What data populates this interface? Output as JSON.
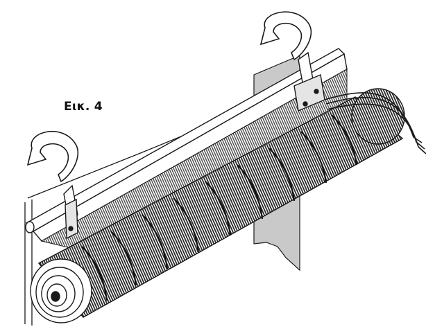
{
  "figure": {
    "label": "Εικ. 4",
    "colors": {
      "line": "#1a1a1a",
      "fabric_dark": "#2b2b2b",
      "fabric_light": "#6a6a6a",
      "shade_grey": "#c9c9c9",
      "paper": "#ffffff"
    },
    "parts": {
      "arrows": [
        "rotation-arrow-left",
        "rotation-arrow-right"
      ],
      "brackets": [
        "mounting-bracket-left",
        "mounting-bracket-right"
      ],
      "roller": "rolled-blind",
      "cords": "pull-cords"
    }
  }
}
